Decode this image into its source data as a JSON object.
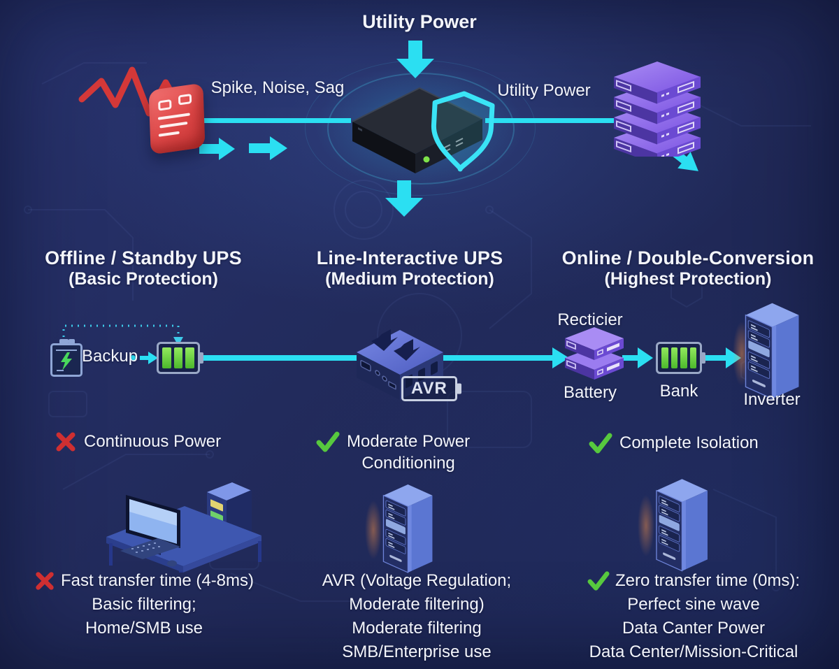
{
  "palette": {
    "background": "#222b5c",
    "cyan": "#2bdff2",
    "red": "#d53a3a",
    "green": "#55c83e",
    "purple": "#7d5ce4",
    "device_blue": "#4b66c4",
    "text": "#f3f5fb"
  },
  "top": {
    "utility_power_label": "Utility Power",
    "disturbance_label": "Spike, Noise, Sag",
    "output_label": "Utility Power"
  },
  "columns": [
    {
      "title": "Offline / Standby UPS",
      "subtitle": "(Basic Protection)",
      "backup_label": "Backup",
      "feature": {
        "mark": "cross",
        "line1": "Continuous Power",
        "line2": ""
      },
      "details": {
        "mark": "cross",
        "line1": "Fast transfer time (4-8ms)",
        "line2": "Basic filtering;",
        "line3": "Home/SMB use",
        "line4": ""
      }
    },
    {
      "title": "Line-Interactive UPS",
      "subtitle": "(Medium Protection)",
      "avr_label": "AVR",
      "feature": {
        "mark": "check",
        "line1": "Moderate Power",
        "line2": "Conditioning"
      },
      "details": {
        "mark": "none",
        "line1": "AVR (Voltage Regulation;",
        "line2": "Moderate filtering)",
        "line3": "Moderate filtering",
        "line4": "SMB/Enterprise use"
      }
    },
    {
      "title": "Online / Double-Conversion",
      "subtitle": "(Highest Protection)",
      "rectifier_label": "Recticier",
      "battery_label": "Battery",
      "bank_label": "Bank",
      "inverter_label": "Inverter",
      "feature": {
        "mark": "check",
        "line1": "Complete Isolation",
        "line2": ""
      },
      "details": {
        "mark": "check",
        "line1": "Zero transfer time (0ms):",
        "line2": "Perfect sine wave",
        "line3": "Data Canter Power",
        "line4": "Data Center/Mission-Critical"
      }
    }
  ]
}
